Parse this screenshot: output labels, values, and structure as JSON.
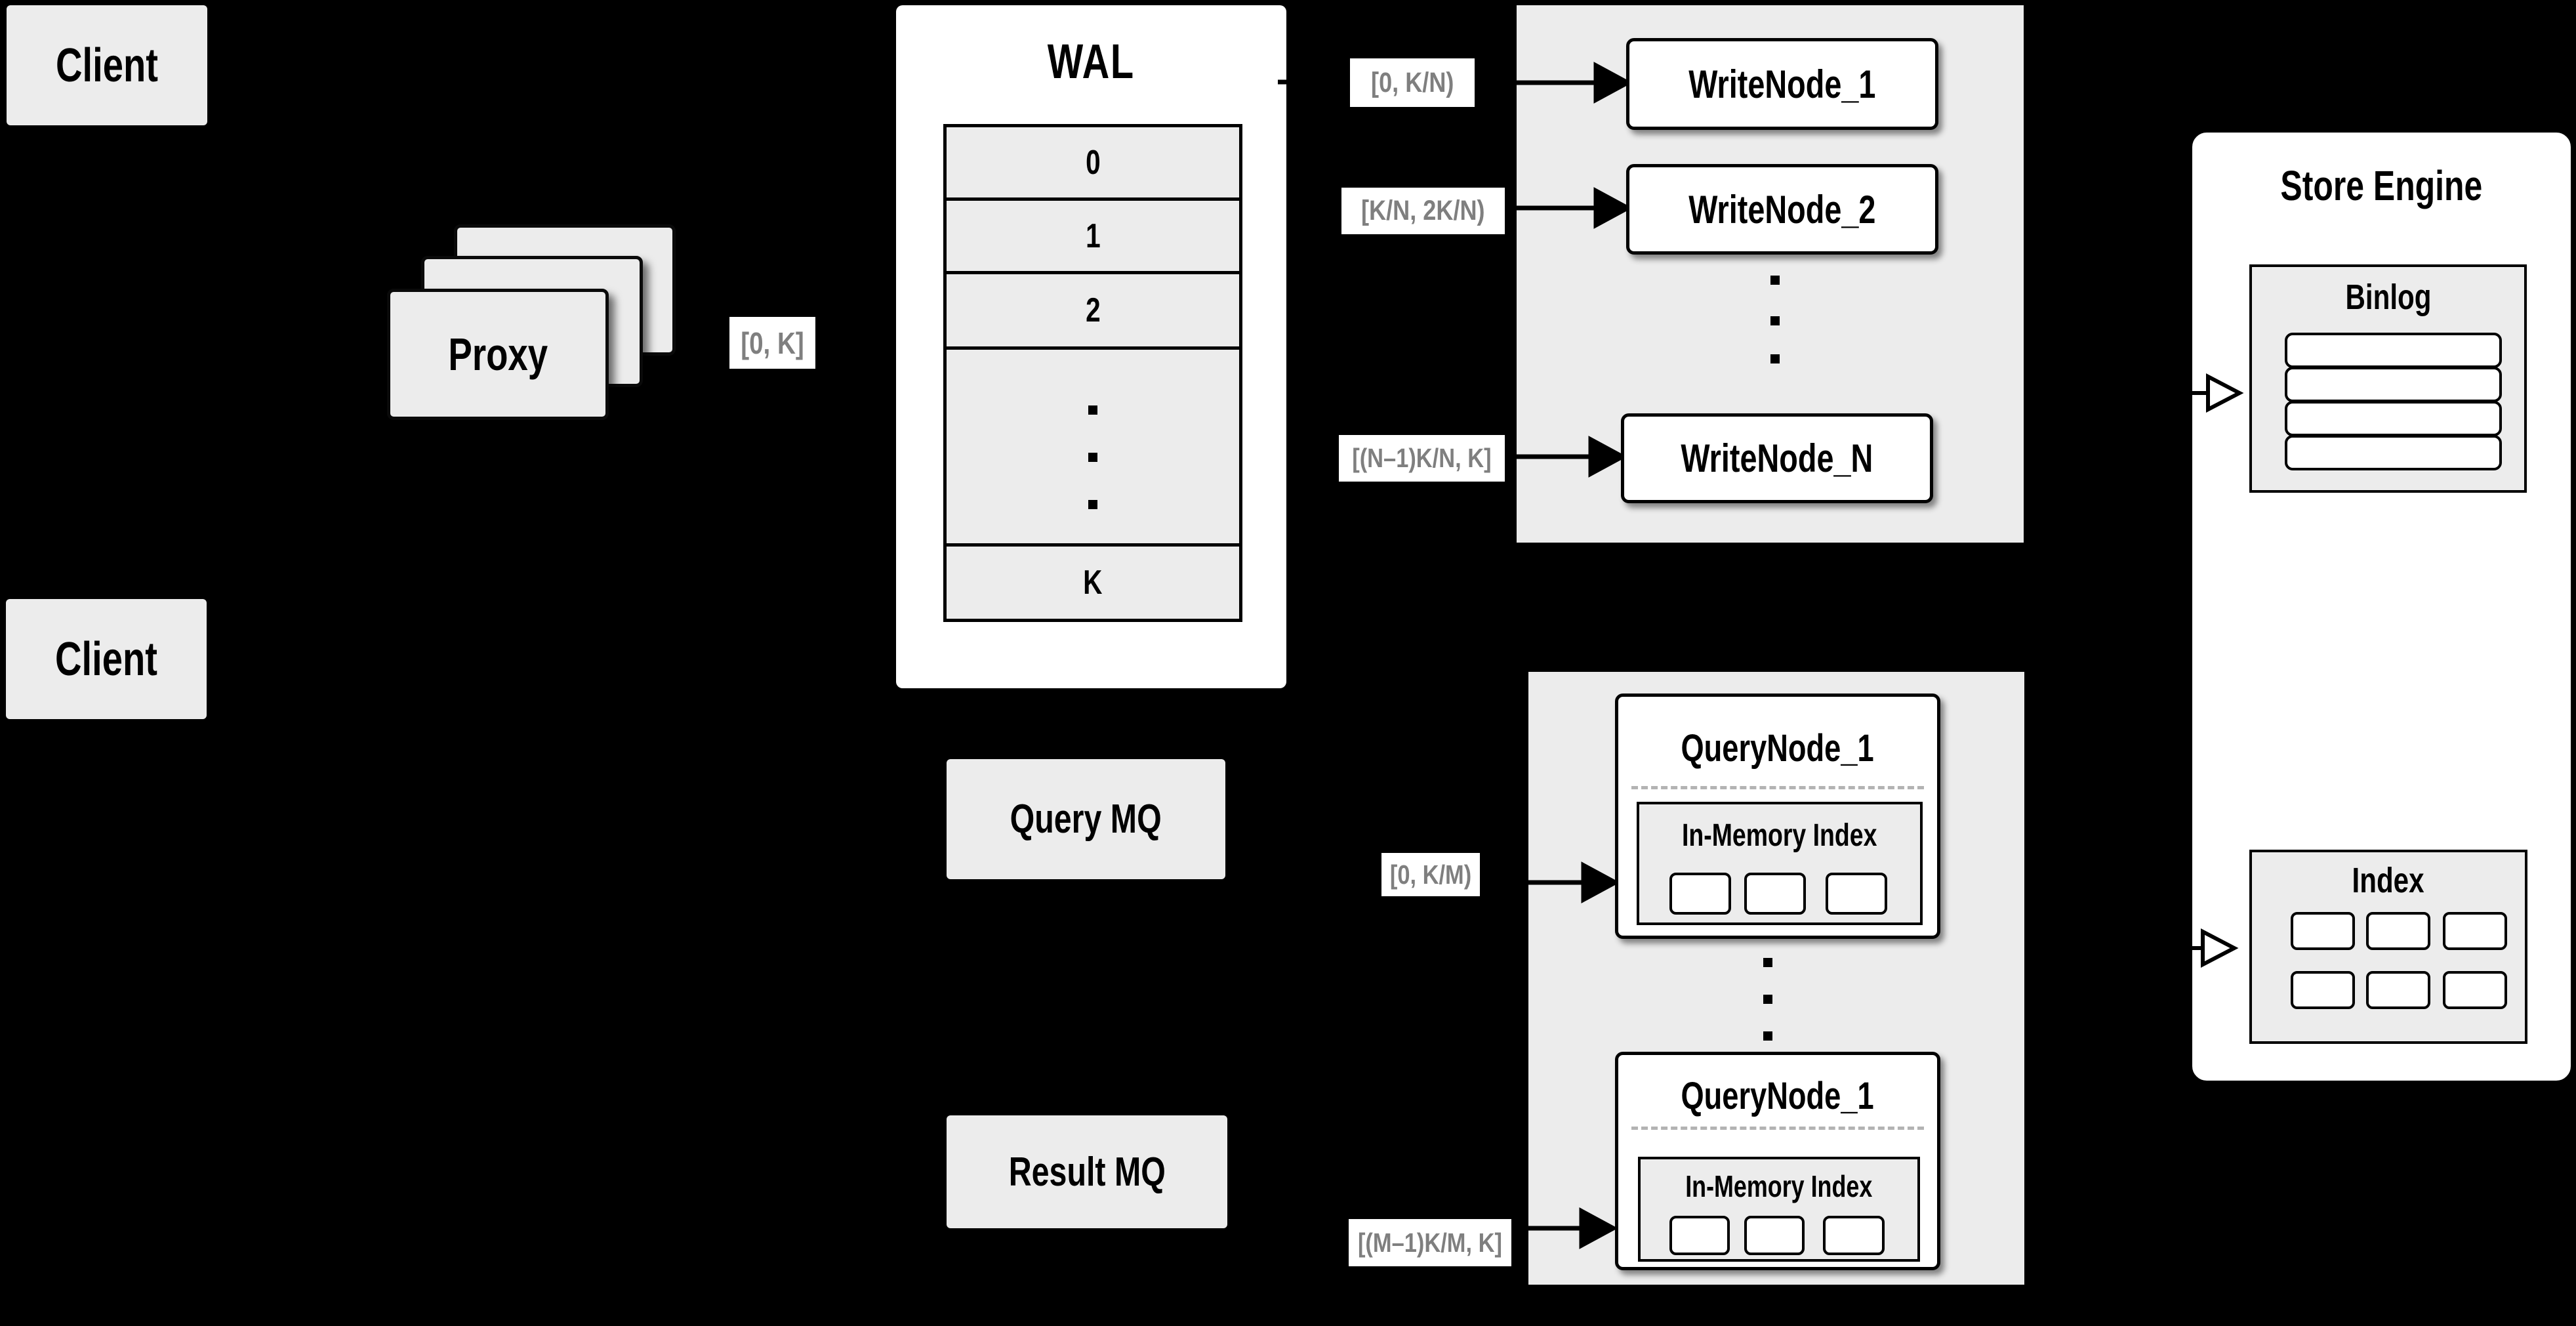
{
  "colors": {
    "background": "#000000",
    "panel_gray": "#ececec",
    "box_white": "#ffffff",
    "border_black": "#000000",
    "range_label_text": "#7f7f7f",
    "dashed_divider": "#b3b3b3"
  },
  "clients": {
    "top_label": "Client",
    "middle_label": "Client"
  },
  "proxy": {
    "label": "Proxy",
    "range_label": "[0, K]"
  },
  "wal": {
    "title": "WAL",
    "segments": [
      "0",
      "1",
      "2",
      "K"
    ]
  },
  "write_group": {
    "range_labels": [
      "[0, K/N)",
      "[K/N, 2K/N)",
      "[(N–1)K/N, K]"
    ],
    "nodes": [
      "WriteNode_1",
      "WriteNode_2",
      "WriteNode_N"
    ]
  },
  "mq": {
    "query": "Query MQ",
    "result": "Result MQ"
  },
  "query_group": {
    "range_labels": [
      "[0, K/M)",
      "[(M–1)K/M, K]"
    ],
    "nodes": [
      {
        "title": "QueryNode_1",
        "inner_title": "In-Memory Index"
      },
      {
        "title": "QueryNode_1",
        "inner_title": "In-Memory Index"
      }
    ]
  },
  "store_engine": {
    "title": "Store Engine",
    "binlog_title": "Binlog",
    "index_title": "Index"
  }
}
